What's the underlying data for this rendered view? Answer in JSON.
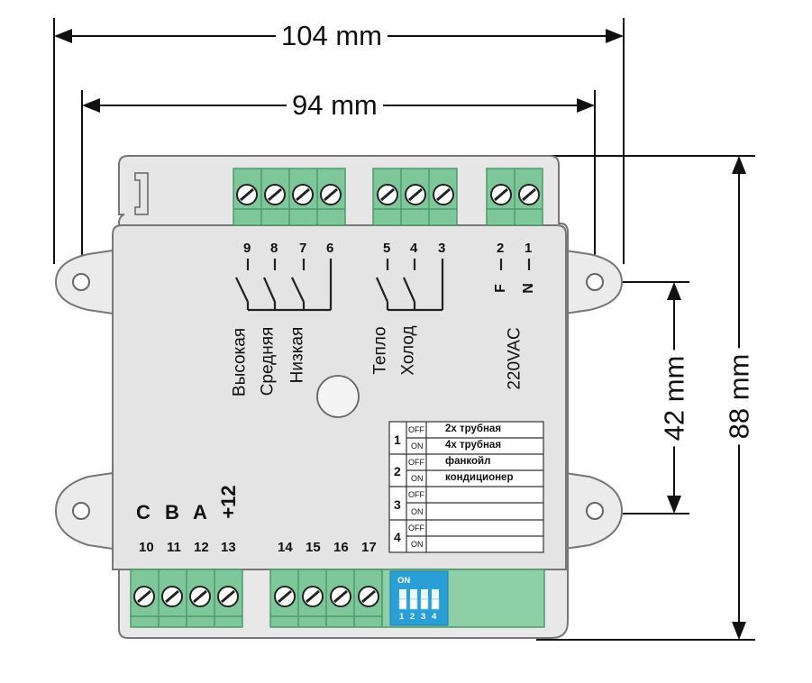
{
  "dimensions": {
    "overall_width": "104 mm",
    "hole_spacing_width": "94 mm",
    "hole_spacing_height": "42 mm",
    "overall_height": "88 mm"
  },
  "top_terminals": {
    "numbers": [
      "9",
      "8",
      "7",
      "6",
      "5",
      "4",
      "3",
      "2",
      "1"
    ],
    "fan_labels": [
      "Высокая",
      "Средняя",
      "Низкая"
    ],
    "mode_labels": [
      "Тепло",
      "Холод"
    ],
    "power_labels": [
      "F",
      "N"
    ],
    "power_voltage": "220VAC"
  },
  "bottom_terminals": {
    "numbers": [
      "10",
      "11",
      "12",
      "13",
      "14",
      "15",
      "16",
      "17"
    ],
    "bus_labels": [
      "C",
      "B",
      "A",
      "+12"
    ]
  },
  "dip_table": {
    "rows": [
      {
        "switch": "1",
        "off_text": "2х трубная",
        "on_text": "4х трубная"
      },
      {
        "switch": "2",
        "off_text": "фанкойл",
        "on_text": "кондиционер"
      },
      {
        "switch": "3",
        "off_text": "",
        "on_text": ""
      },
      {
        "switch": "4",
        "off_text": "",
        "on_text": ""
      }
    ],
    "off_label": "OFF",
    "on_label": "ON"
  },
  "dip_switch": {
    "on_label": "ON",
    "positions": [
      "1",
      "2",
      "3",
      "4"
    ],
    "color": "#2a9fd6"
  },
  "colors": {
    "terminal_green": "#7ec79b",
    "terminal_dark": "#4e9a6b",
    "enclosure": "#ececec",
    "outline": "#777777"
  }
}
